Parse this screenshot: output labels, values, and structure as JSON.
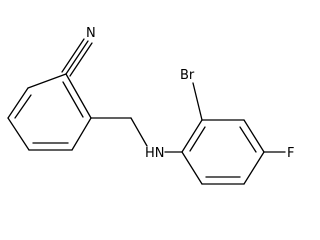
{
  "molecule": {
    "atoms": {
      "nitrogen_nitrile": "N",
      "bromine": "Br",
      "amine": "HN",
      "fluorine": "F"
    }
  }
}
